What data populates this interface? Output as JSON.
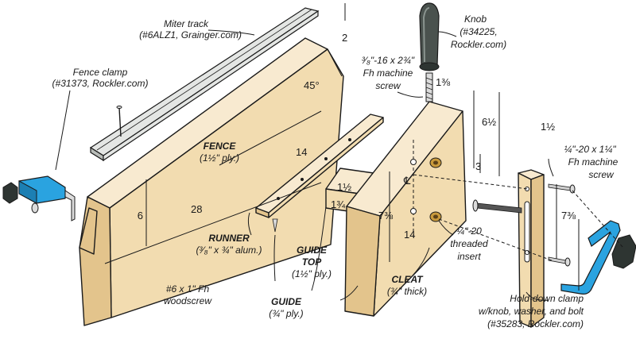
{
  "labels": {
    "miter_track": "Miter track",
    "miter_track_part": "(#6ALZ1, Grainger.com)",
    "fence_clamp": "Fence clamp",
    "fence_clamp_part": "(#31373, Rockler.com)",
    "knob": "Knob",
    "knob_part": "(#34225,",
    "knob_src": "Rockler.com)",
    "machine_screw_top_1": "³⁄₈\"-16 x 2¾\"",
    "machine_screw_top_2": "Fh machine",
    "machine_screw_top_3": "screw",
    "fence": "FENCE",
    "fence_sub": "(1½\" ply.)",
    "runner": "RUNNER",
    "runner_sub": "(³⁄₈\" x ¾\" alum.)",
    "guide_top": "GUIDE",
    "guide_top_2": "TOP",
    "guide_top_sub": "(1½\" ply.)",
    "woodscrew_1": "#6 x 1\" Fh",
    "woodscrew_2": "woodscrew",
    "guide": "GUIDE",
    "guide_sub": "(¾\" ply.)",
    "cleat": "CLEAT",
    "cleat_sub": "(¾\" thick)",
    "insert_1": "¼\"-20",
    "insert_2": "threaded",
    "insert_3": "insert",
    "machine_screw_right_1": "¼\"-20 x 1¼\"",
    "machine_screw_right_2": "Fh machine",
    "machine_screw_right_3": "screw",
    "hold_down_1": "Hold-down clamp",
    "hold_down_2": "w/knob, washer, and bolt",
    "hold_down_3": "(#35283, Rockler.com)",
    "centerline": "℄"
  },
  "dimensions": {
    "fence_top": "2",
    "fence_angle": "45°",
    "fence_height": "6",
    "fence_length": "28",
    "runner_length": "14",
    "guide_top_a": "1½",
    "guide_top_b": "1¾",
    "knob_offset": "1⅜",
    "guide_height_top": "6½",
    "guide_height": "7⅜",
    "guide_length": "14",
    "insert_spacing": "3",
    "cleat_width": "1½",
    "cleat_height": "7⅜"
  },
  "colors": {
    "wood": "#f2dcb0",
    "clamp_blue": "#2aa3e0",
    "metal": "#e4e6e4",
    "knob_dark": "#2e3532",
    "brass": "#c99a3c"
  }
}
